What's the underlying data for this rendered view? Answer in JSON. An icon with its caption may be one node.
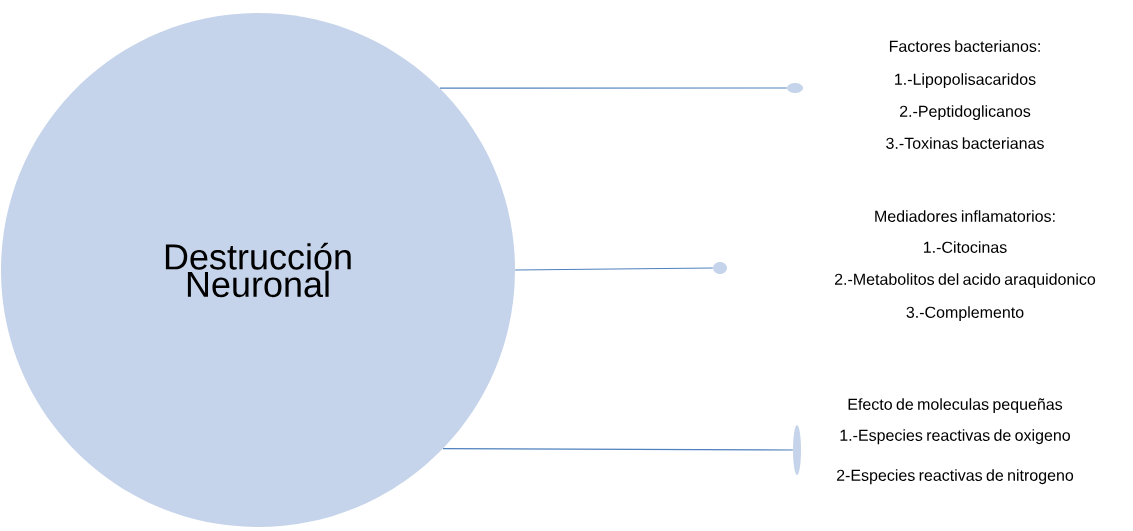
{
  "diagram": {
    "nodes": [
      {
        "text": [
          "Destrucción Neuronal"
        ]
      },
      {
        "text": [],
        "shape": "circle"
      },
      {
        "text": [],
        "shape": "circle"
      },
      {
        "text": [],
        "shape": "circle"
      }
    ],
    "edges": [
      {
        "from": 0,
        "to": 1,
        "arrow": "none"
      },
      {
        "from": 0,
        "to": 2,
        "arrow": "none"
      },
      {
        "from": 0,
        "to": 3,
        "arrow": "none"
      }
    ],
    "labels": [
      "Factores bacterianos:",
      "1.-Lipopolisacaridos",
      "2.-Peptidoglicanos",
      "3.-Toxinas bacterianas",
      "Mediadores inflamatorios:",
      "1.-Citocinas",
      "2.-Metabolitos del acido araquidonico",
      "3.-Complemento",
      "Efecto de moleculas pequeñas",
      "1.-Especies reactivas de oxigeno",
      "2-Especies reactivas de nitrogeno"
    ]
  }
}
